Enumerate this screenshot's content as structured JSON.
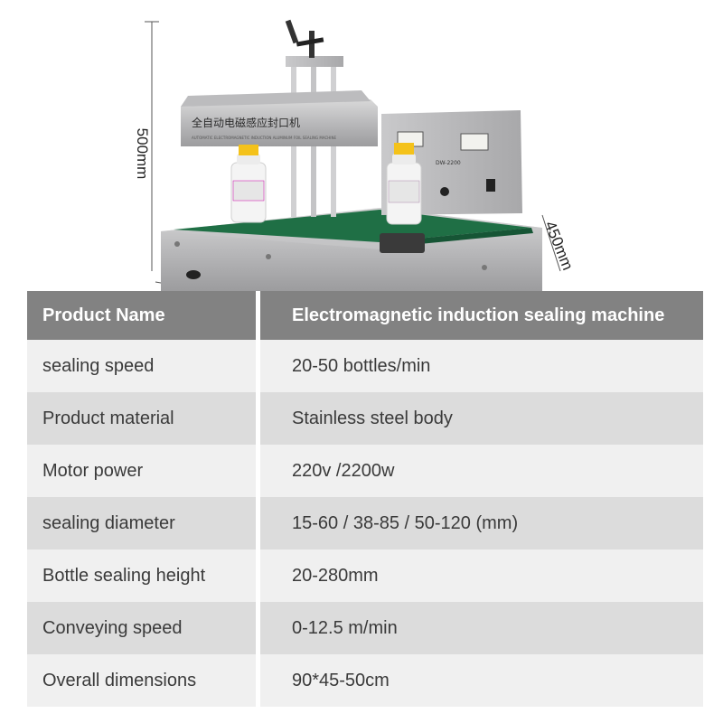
{
  "dimensions": {
    "height_label": "500mm",
    "depth_label": "450mm"
  },
  "machine": {
    "cn_title": "全自动电磁感应封口机",
    "en_subtitle": "AUTOMATIC ELECTROMAGNETIC INDUCTION ALUMINUM FOIL SEALING MACHINE",
    "model": "DW-2200"
  },
  "table": {
    "header": {
      "name": "Product Name",
      "value": "Electromagnetic induction sealing machine"
    },
    "rows": [
      {
        "name": "sealing speed",
        "value": "20-50 bottles/min"
      },
      {
        "name": "Product material",
        "value": "Stainless steel body"
      },
      {
        "name": "Motor power",
        "value": "220v /2200w"
      },
      {
        "name": "sealing diameter",
        "value": "15-60 / 38-85 / 50-120 (mm)"
      },
      {
        "name": "Bottle sealing height",
        "value": "20-280mm"
      },
      {
        "name": "Conveying speed",
        "value": "0-12.5 m/min"
      },
      {
        "name": "Overall dimensions",
        "value": "90*45-50cm"
      }
    ]
  }
}
